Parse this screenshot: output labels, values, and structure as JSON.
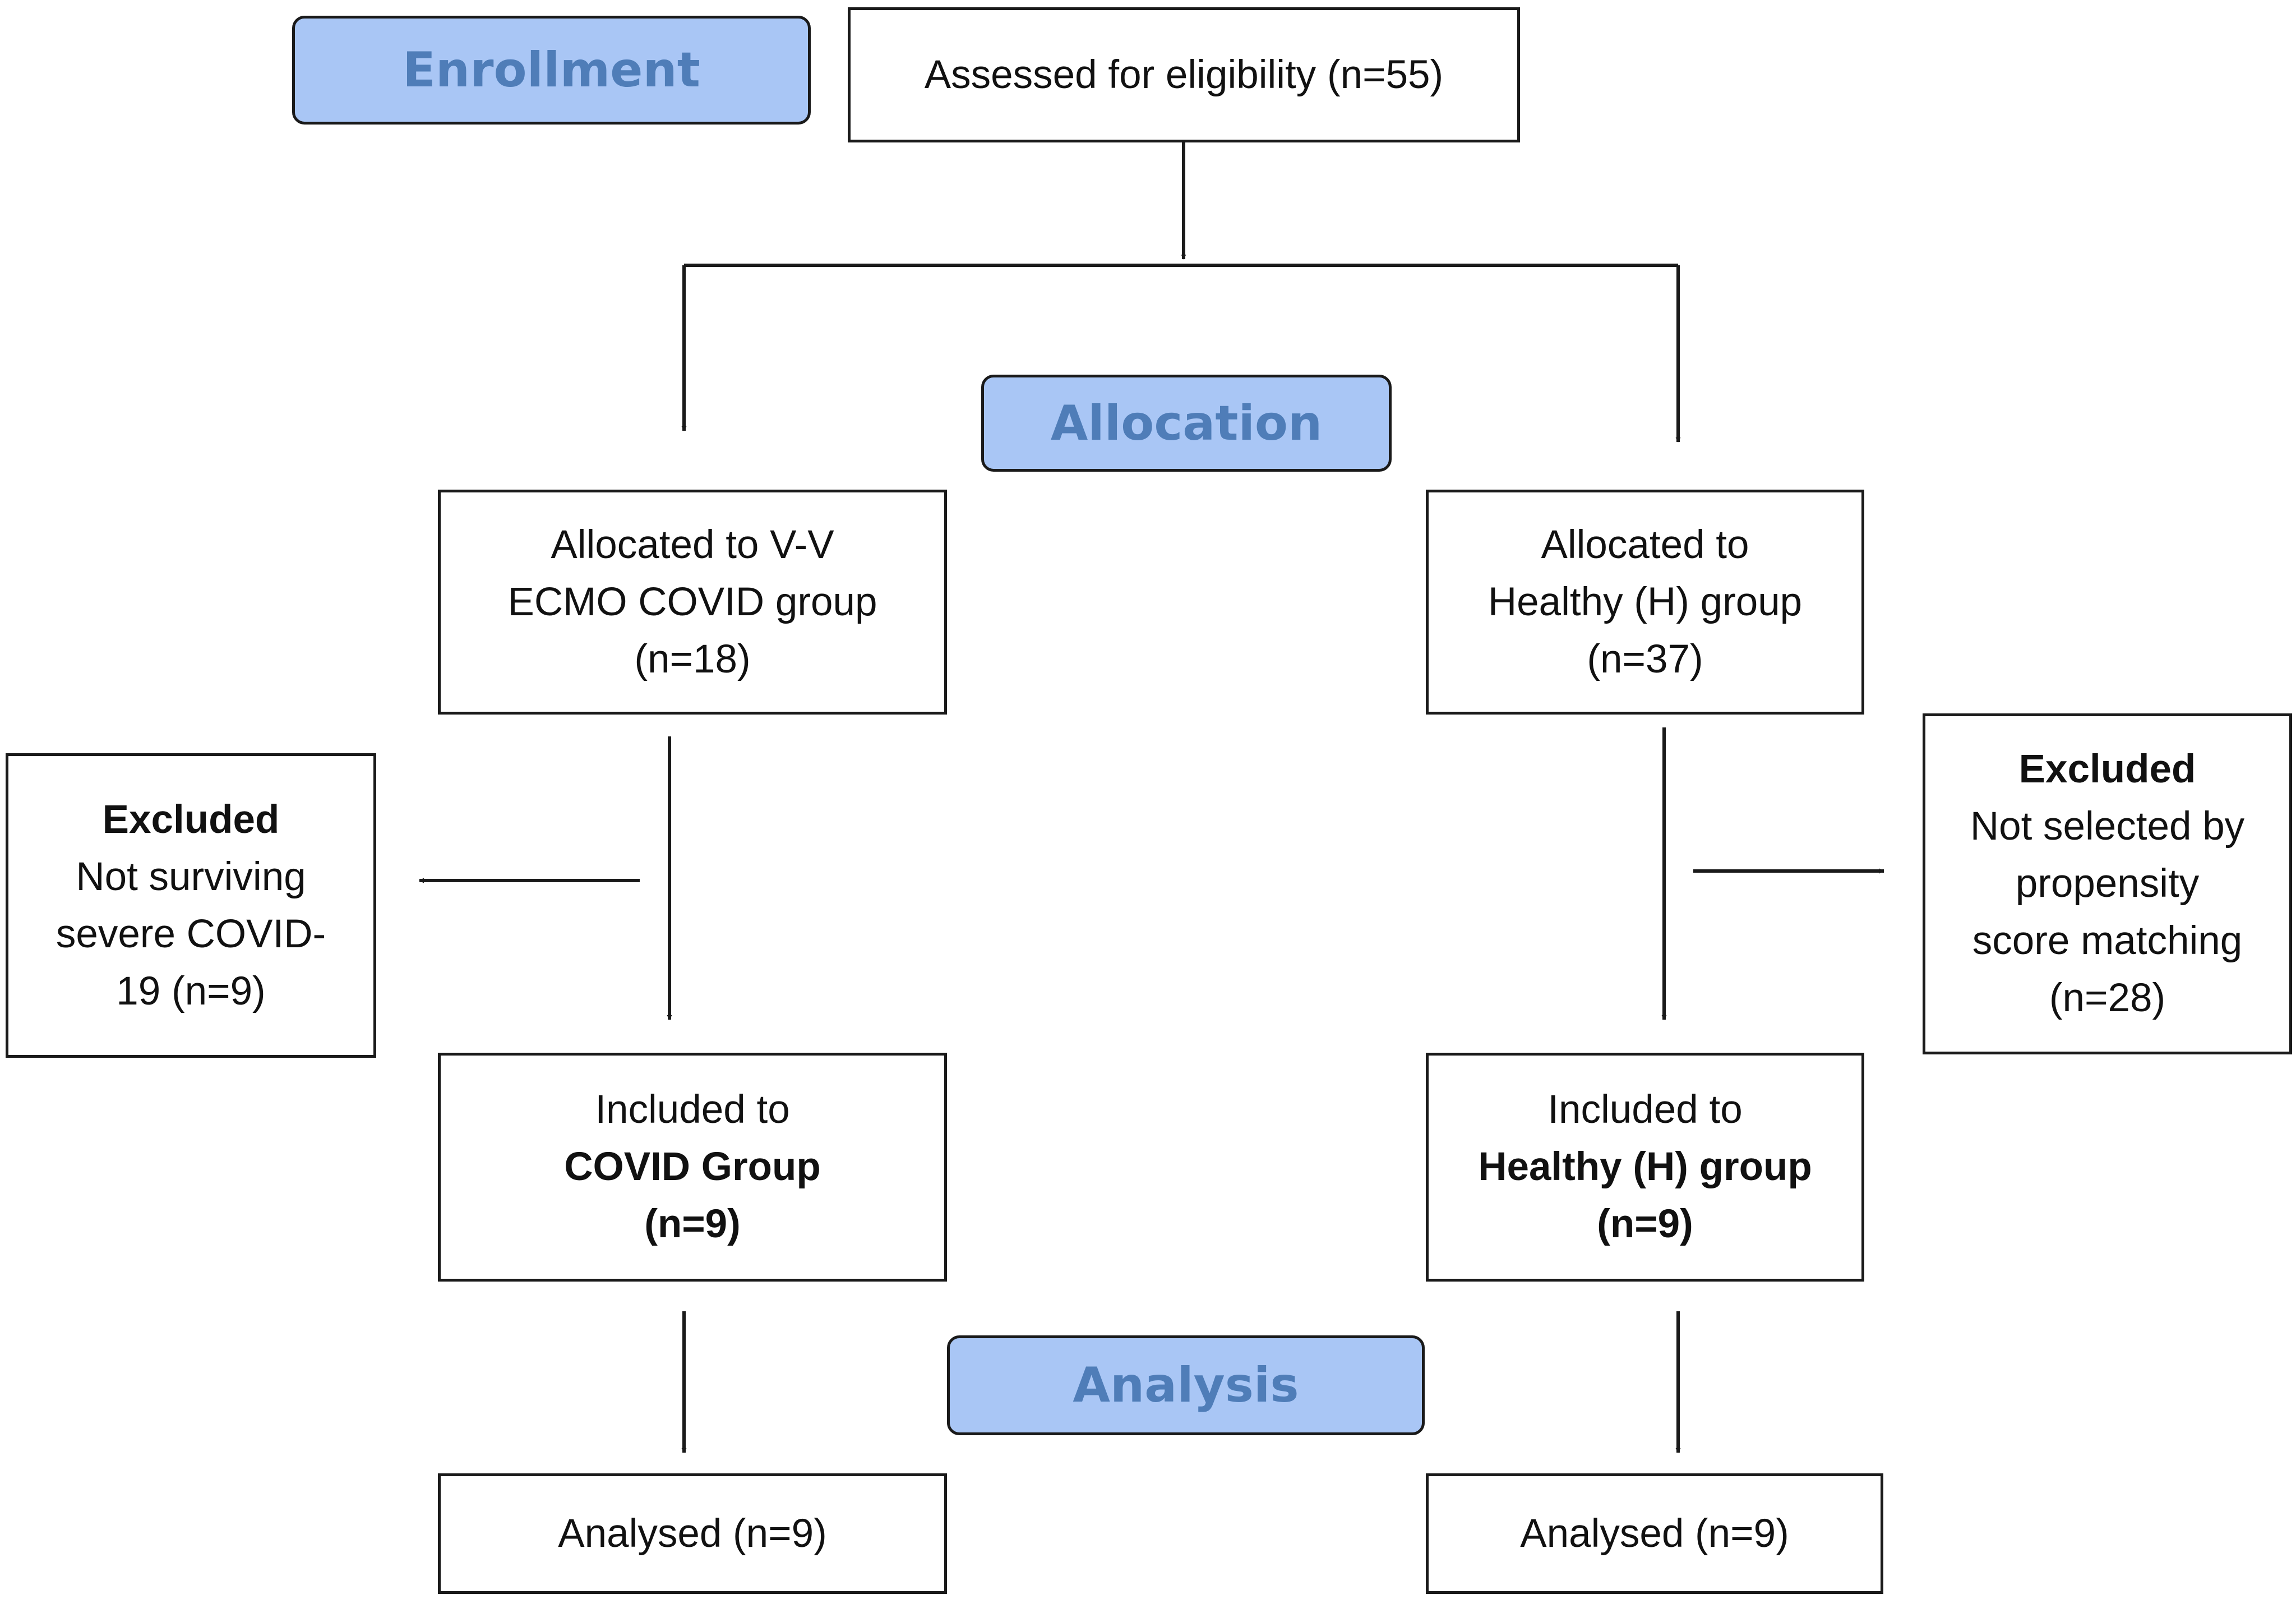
{
  "stages": {
    "enrollment": "Enrollment",
    "allocation": "Allocation",
    "analysis": "Analysis"
  },
  "eligibility": {
    "text": "Assessed for eligibility (n=55)"
  },
  "covid_allocated": {
    "lines": [
      "Allocated to V-V",
      "ECMO COVID group",
      "(n=18)"
    ]
  },
  "healthy_allocated": {
    "lines": [
      "Allocated to",
      "Healthy (H) group",
      "(n=37)"
    ]
  },
  "covid_excluded": {
    "title": "Excluded",
    "lines": [
      "Not surviving",
      "severe COVID-",
      "19 (n=9)"
    ]
  },
  "healthy_excluded": {
    "title": "Excluded",
    "lines": [
      "Not selected by",
      "propensity",
      "score matching",
      "(n=28)"
    ]
  },
  "covid_included": {
    "lines": [
      "Included to",
      "COVID Group",
      "(n=9)"
    ]
  },
  "healthy_included": {
    "lines": [
      "Included to",
      "Healthy (H) group",
      "(n=9)"
    ]
  },
  "covid_analysed": {
    "text": "Analysed (n=9)"
  },
  "healthy_analysed": {
    "text": "Analysed (n=9)"
  },
  "colors": {
    "stage_fill": "#a9c6f5",
    "stage_text": "#4f7db8",
    "line": "#1a1a1a"
  }
}
